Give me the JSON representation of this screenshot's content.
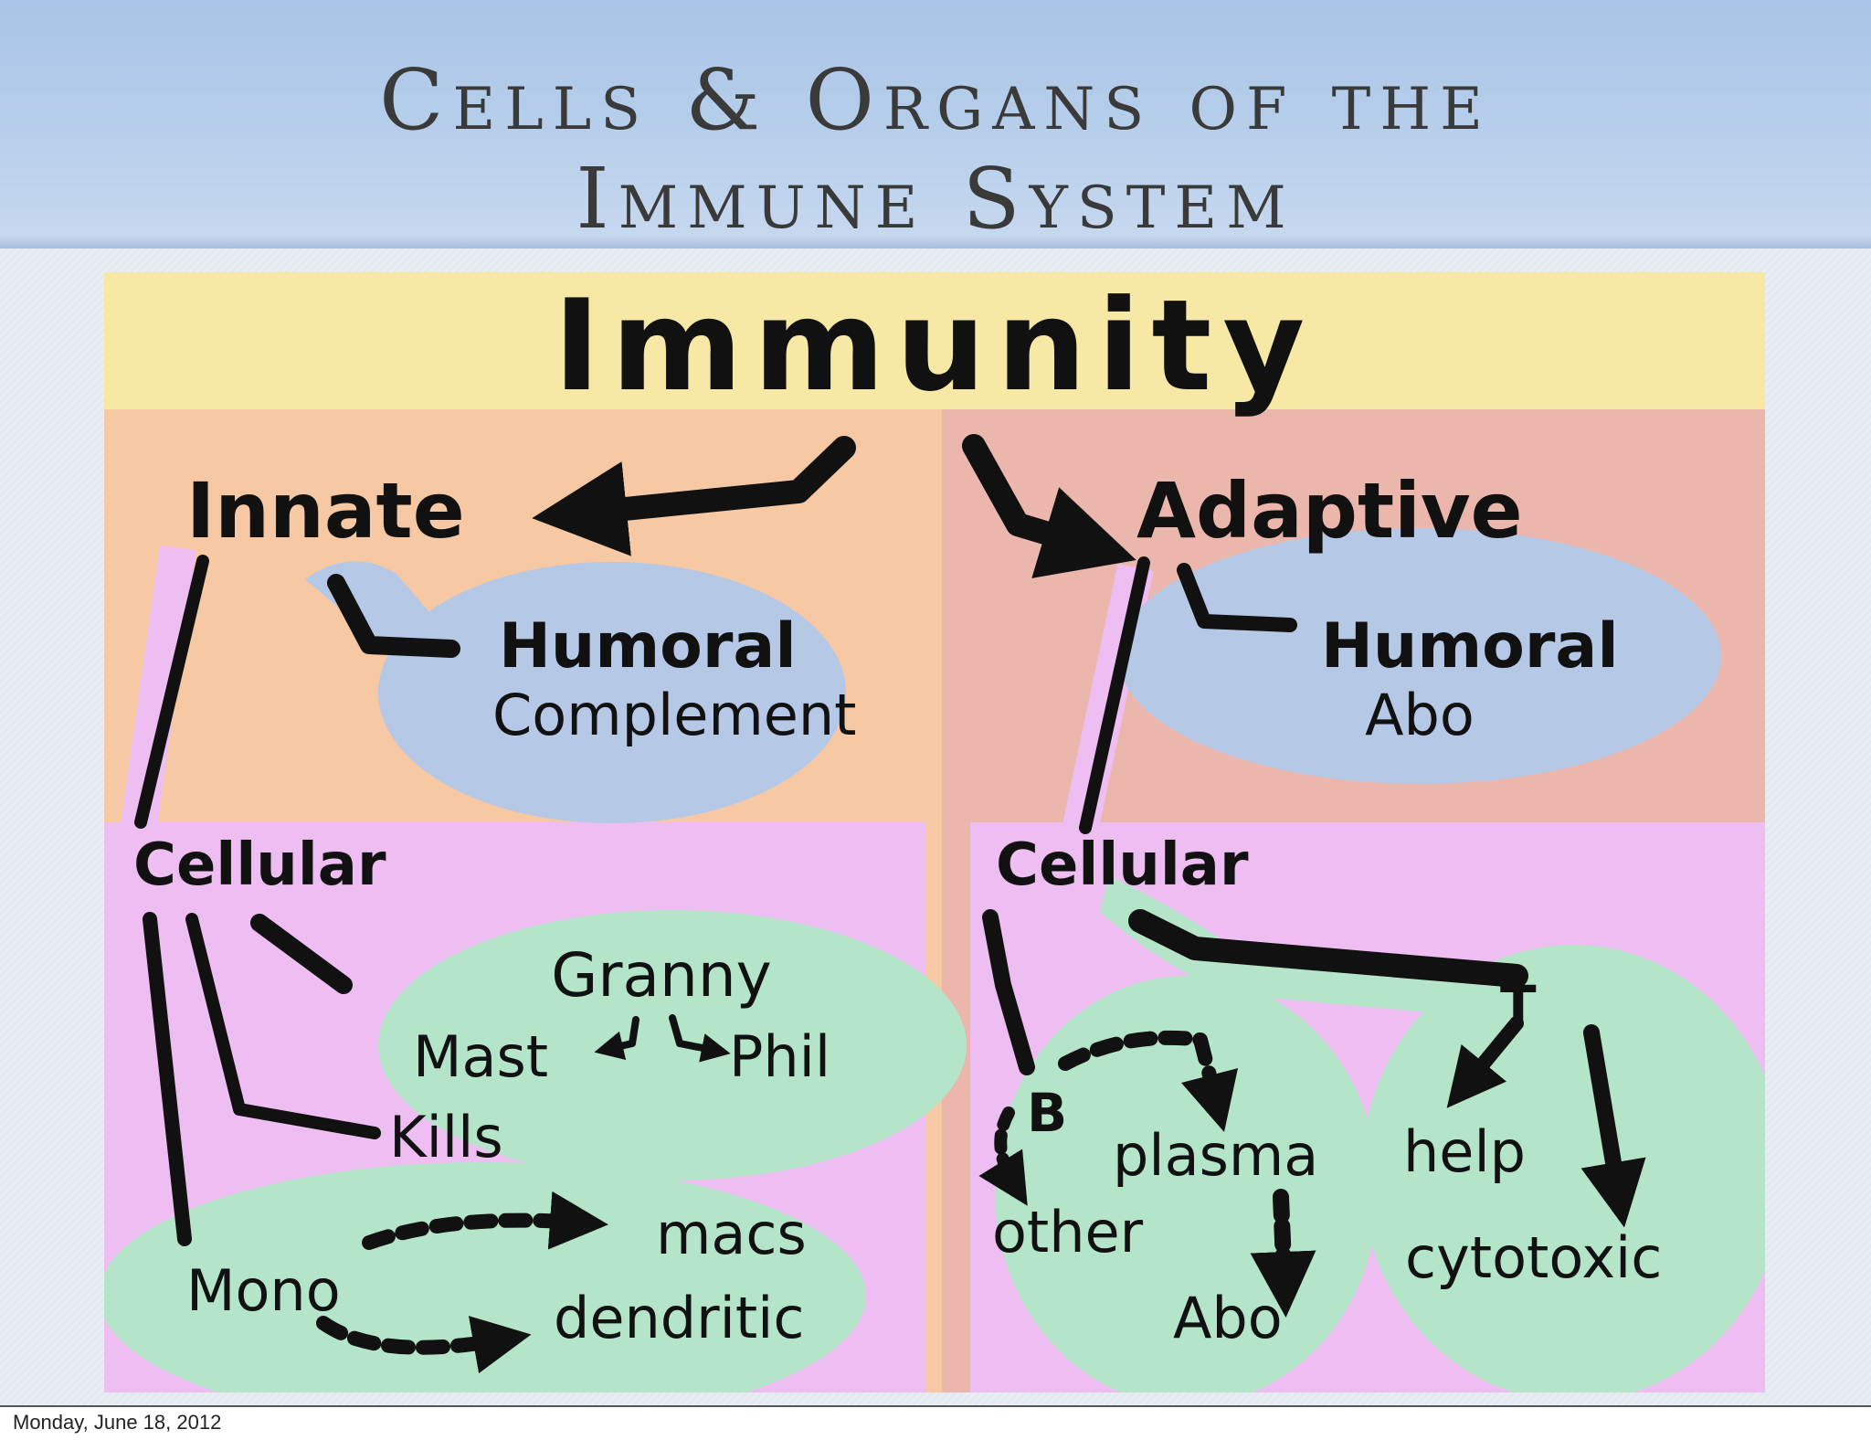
{
  "slide": {
    "title_line_1": "Cells & Organs of the",
    "title_line_2": "Immune System",
    "footer_date": "Monday, June 18, 2012"
  },
  "diagram": {
    "heading": "Immunity",
    "innate": {
      "label": "Innate",
      "humoral": {
        "label": "Humoral",
        "sub": "Complement"
      },
      "cellular": {
        "label": "Cellular",
        "granny": {
          "label": "Granny",
          "mast": "Mast",
          "phil": "Phil"
        },
        "kills": "Kills",
        "mono": {
          "label": "Mono",
          "macs": "macs",
          "dendritic": "dendritic"
        }
      }
    },
    "adaptive": {
      "label": "Adaptive",
      "humoral": {
        "label": "Humoral",
        "sub": "Abo"
      },
      "cellular": {
        "label": "Cellular",
        "b": {
          "label": "B",
          "plasma": "plasma",
          "other": "other",
          "abo": "Abo"
        },
        "t": {
          "label": "T",
          "help": "help",
          "cytotoxic": "cytotoxic"
        }
      }
    },
    "colors": {
      "banner": "#f7e8a6",
      "innate_bg": "#f6c8a4",
      "adaptive_bg": "#ebb6ab",
      "cellular_bg": "#eebdf2",
      "humoral_bubble": "#b5c8e6",
      "cell_bubble": "#b5e5c9",
      "connector": "#111111"
    }
  }
}
